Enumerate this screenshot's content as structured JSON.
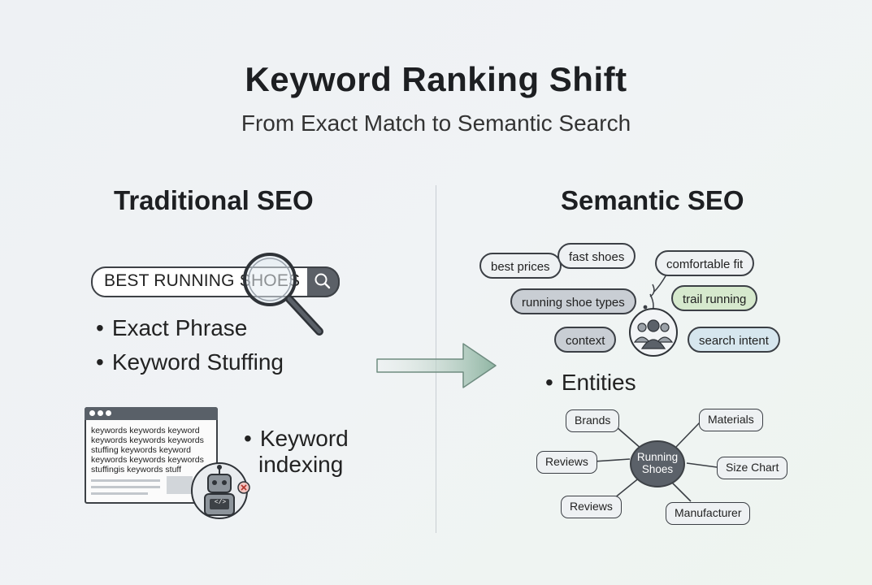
{
  "title": "Keyword Ranking Shift",
  "subtitle": "From Exact Match to Semantic Search",
  "left": {
    "heading": "Traditional SEO",
    "search_text": "BEST RUNNING SHOES",
    "bullets": [
      "Exact Phrase",
      "Keyword Stuffing"
    ],
    "browser_lines": [
      "keywords keywords keyword",
      "keywords keywords keywords",
      "stuffing keywords keyword",
      "keywords keywords keywords",
      "stuffingis keywords stuff"
    ],
    "indexing_bullet_line1": "Keyword",
    "indexing_bullet_line2": "indexing",
    "robot_screen": "</>"
  },
  "right": {
    "heading": "Semantic SEO",
    "bubbles": {
      "best_prices": "best prices",
      "fast_shoes": "fast shoes",
      "comfortable_fit": "comfortable fit",
      "running_shoe_types": "running shoe types",
      "trail_running": "trail running",
      "context": "context",
      "search_intent": "search intent"
    },
    "entities_bullet": "Entities",
    "center_line1": "Running",
    "center_line2": "Shoes",
    "nodes": {
      "brands": "Brands",
      "materials": "Materials",
      "reviews_a": "Reviews",
      "size_chart": "Size Chart",
      "reviews_b": "Reviews",
      "manufacturer": "Manufacturer"
    }
  },
  "colors": {
    "arrow": "#8fb5a3",
    "node_fill": "#5b6169",
    "green_bubble": "#d6e9cd",
    "blue_bubble": "#d6e6ee"
  }
}
